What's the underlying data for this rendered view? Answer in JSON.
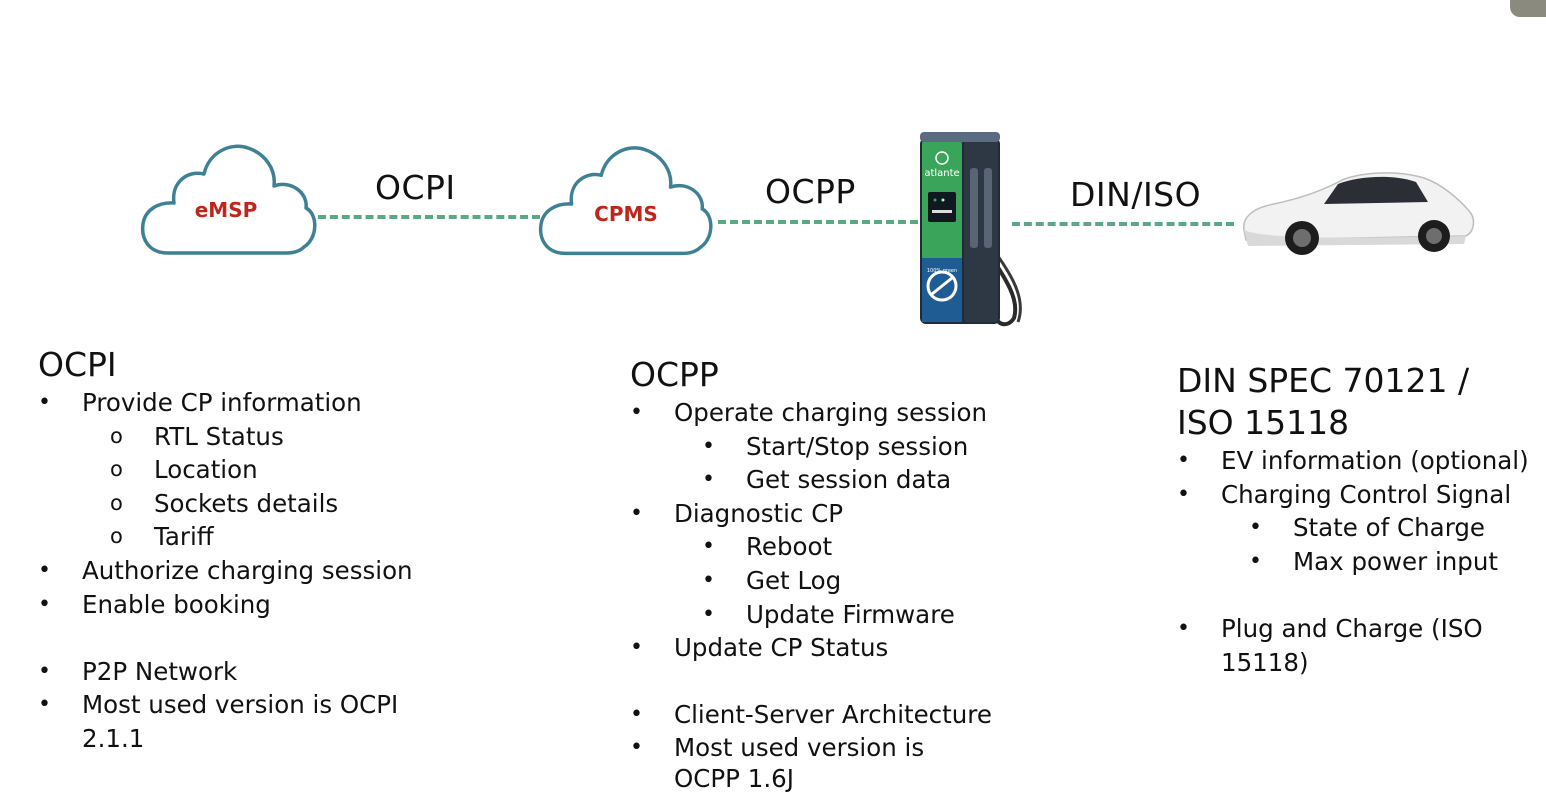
{
  "diagram": {
    "nodes": {
      "emsp": "eMSP",
      "cpms": "CPMS"
    },
    "links": {
      "ocpi": "OCPI",
      "ocpp": "OCPP",
      "diniso": "DIN/ISO"
    },
    "charger_brand": "atlante",
    "charger_badge": "100% green",
    "colors": {
      "cloud_stroke": "#3e8196",
      "node_text": "#c0251c",
      "link": "#5aa985",
      "charger_green": "#3aa55a",
      "charger_blue": "#1f5c93"
    }
  },
  "columns": {
    "ocpi": {
      "title": "OCPI",
      "items": [
        {
          "text": "Provide CP information",
          "level": 1
        },
        {
          "text": "RTL Status",
          "level": 2
        },
        {
          "text": "Location",
          "level": 2
        },
        {
          "text": "Sockets details",
          "level": 2
        },
        {
          "text": "Tariff",
          "level": 2
        },
        {
          "text": "Authorize charging session",
          "level": 1
        },
        {
          "text": "Enable booking",
          "level": 1
        },
        {
          "text": "",
          "level": 0
        },
        {
          "text": "P2P Network",
          "level": 1
        },
        {
          "text": "Most used version is OCPI 2.1.1",
          "level": 1
        }
      ]
    },
    "ocpp": {
      "title": "OCPP",
      "items": [
        {
          "text": "Operate charging session",
          "level": 1
        },
        {
          "text": "Start/Stop session",
          "level": 3
        },
        {
          "text": "Get session data",
          "level": 3
        },
        {
          "text": "Diagnostic CP",
          "level": 1
        },
        {
          "text": "Reboot",
          "level": 3
        },
        {
          "text": "Get Log",
          "level": 3
        },
        {
          "text": "Update Firmware",
          "level": 3
        },
        {
          "text": "Update CP Status",
          "level": 1
        },
        {
          "text": "",
          "level": 0
        },
        {
          "text": "Client-Server Architecture",
          "level": 1
        },
        {
          "text": "Most used version is OCPP 1.6J",
          "level": 1
        }
      ]
    },
    "din": {
      "title": "DIN SPEC 70121 / ISO 15118",
      "items": [
        {
          "text": "EV information (optional)",
          "level": 1
        },
        {
          "text": "Charging Control Signal",
          "level": 1
        },
        {
          "text": "State of Charge",
          "level": 3
        },
        {
          "text": "Max power input",
          "level": 3
        },
        {
          "text": "",
          "level": 0
        },
        {
          "text": "Plug and Charge (ISO 15118)",
          "level": 1
        }
      ]
    }
  }
}
